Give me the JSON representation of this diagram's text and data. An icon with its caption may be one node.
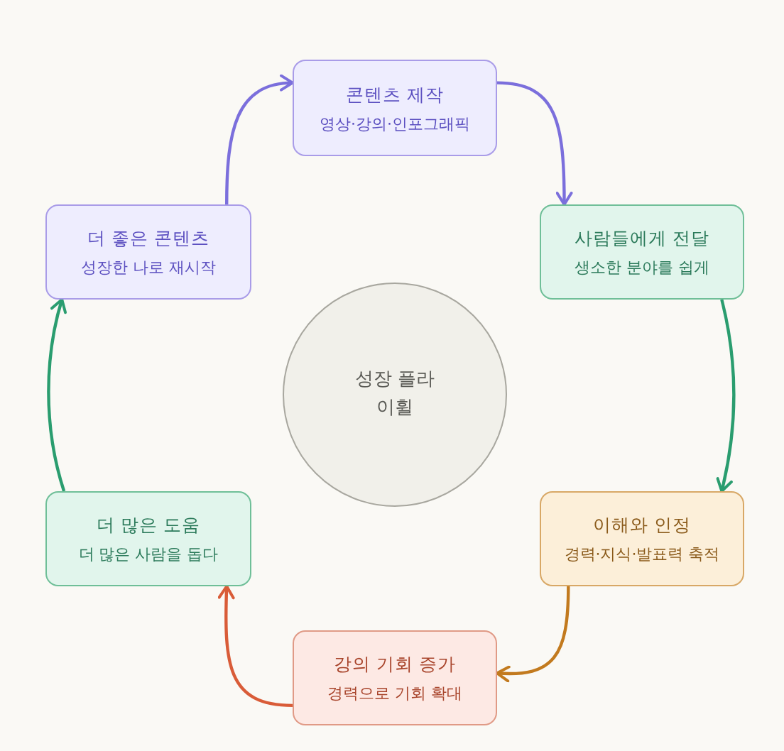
{
  "diagram": {
    "nodes": [
      {
        "text": [
          "콘텐츠 제작",
          "영상·강의·인포그래픽"
        ]
      },
      {
        "text": [
          "더 좋은 콘텐츠",
          "성장한 나로 재시작"
        ]
      },
      {
        "text": [
          "사람들에게 전달",
          "생소한 분야를 쉽게"
        ]
      },
      {
        "text": [
          "성장 플라이휠"
        ]
      },
      {
        "text": [
          "더 많은 도움",
          "더 많은 사람을 돕다"
        ]
      },
      {
        "text": [
          "이해와 인정",
          "경력·지식·발표력 축적"
        ]
      },
      {
        "text": [
          "강의 기회 증가",
          "경력으로 기회 확대"
        ]
      }
    ],
    "edges": [
      {
        "from": 1,
        "to": 0,
        "arrow": "to",
        "color": "#7b6fdc"
      },
      {
        "from": 0,
        "to": 2,
        "arrow": "to",
        "color": "#7b6fdc"
      },
      {
        "from": 2,
        "to": 5,
        "arrow": "to",
        "color": "#2a9d6f"
      },
      {
        "from": 5,
        "to": 6,
        "arrow": "to",
        "color": "#c27a1e"
      },
      {
        "from": 6,
        "to": 4,
        "arrow": "to",
        "color": "#d95c38"
      },
      {
        "from": 4,
        "to": 1,
        "arrow": "to",
        "color": "#2a9d6f"
      }
    ]
  }
}
